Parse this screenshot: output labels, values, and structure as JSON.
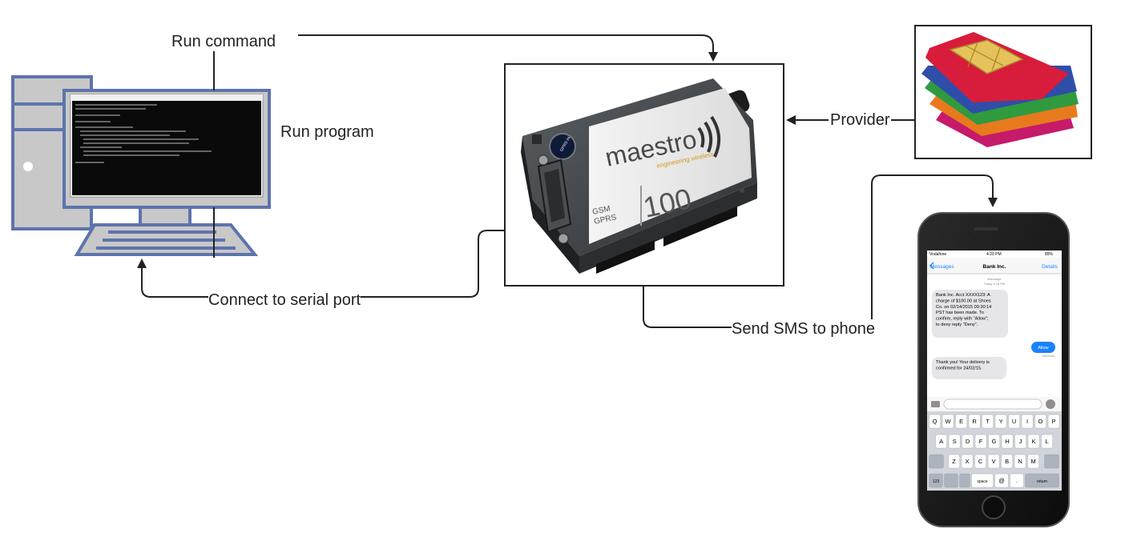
{
  "labels": {
    "run_command": "Run  command",
    "run_program": "Run  program",
    "connect_serial": "Connect to serial port",
    "provider": "Provider",
    "send_sms": "Send SMS to phone"
  },
  "modem": {
    "brand": "maestro",
    "tagline": "engineering wireless",
    "model": "100",
    "band_line1": "GSM",
    "band_line2": "GPRS",
    "badge": "GPRS IN"
  },
  "phone": {
    "status_carrier": "Vodafone",
    "status_time": "4:20 PM",
    "status_battery": "89%",
    "back_label": "Messages",
    "contact": "Bank Inc.",
    "details_label": "Details",
    "thread_meta_line1": "iMessage",
    "thread_meta_line2": "Today 4:15 PM",
    "incoming_1": "Bank Inc. Acct XXXX123: A charge of $100.00 at Shoes Co. on 02/14/2015 09:30:14 PST has been made. To confirm, reply with \"Allow\"; to deny reply \"Deny\".",
    "outgoing_1": "Allow",
    "delivered": "Delivered",
    "incoming_2": "Thank you! Your delivery is confirmed for 24/02/15.",
    "keyboard_rows": [
      [
        "Q",
        "W",
        "E",
        "R",
        "T",
        "Y",
        "U",
        "I",
        "O",
        "P"
      ],
      [
        "A",
        "S",
        "D",
        "F",
        "G",
        "H",
        "J",
        "K",
        "L"
      ],
      [
        "Z",
        "X",
        "C",
        "V",
        "B",
        "N",
        "M"
      ]
    ],
    "key_123": "123",
    "key_space": "space",
    "key_at": "@",
    "key_dot": ".",
    "key_return": "return"
  },
  "colors": {
    "computer_outline": "#5e74ad",
    "computer_fill": "#c8c8c8",
    "screen_fill": "#0a0a0a",
    "arrow": "#222222",
    "ios_blue": "#1a82fb",
    "sim_red": "#d81c3c",
    "sim_gold": "#e6c25a"
  },
  "icons": [
    "terminal-window-icon",
    "signal-waves-icon",
    "antenna-icon",
    "serial-port-icon",
    "sim-card-icon",
    "camera-icon",
    "mic-icon",
    "globe-icon",
    "emoji-icon",
    "shift-icon",
    "delete-icon"
  ]
}
